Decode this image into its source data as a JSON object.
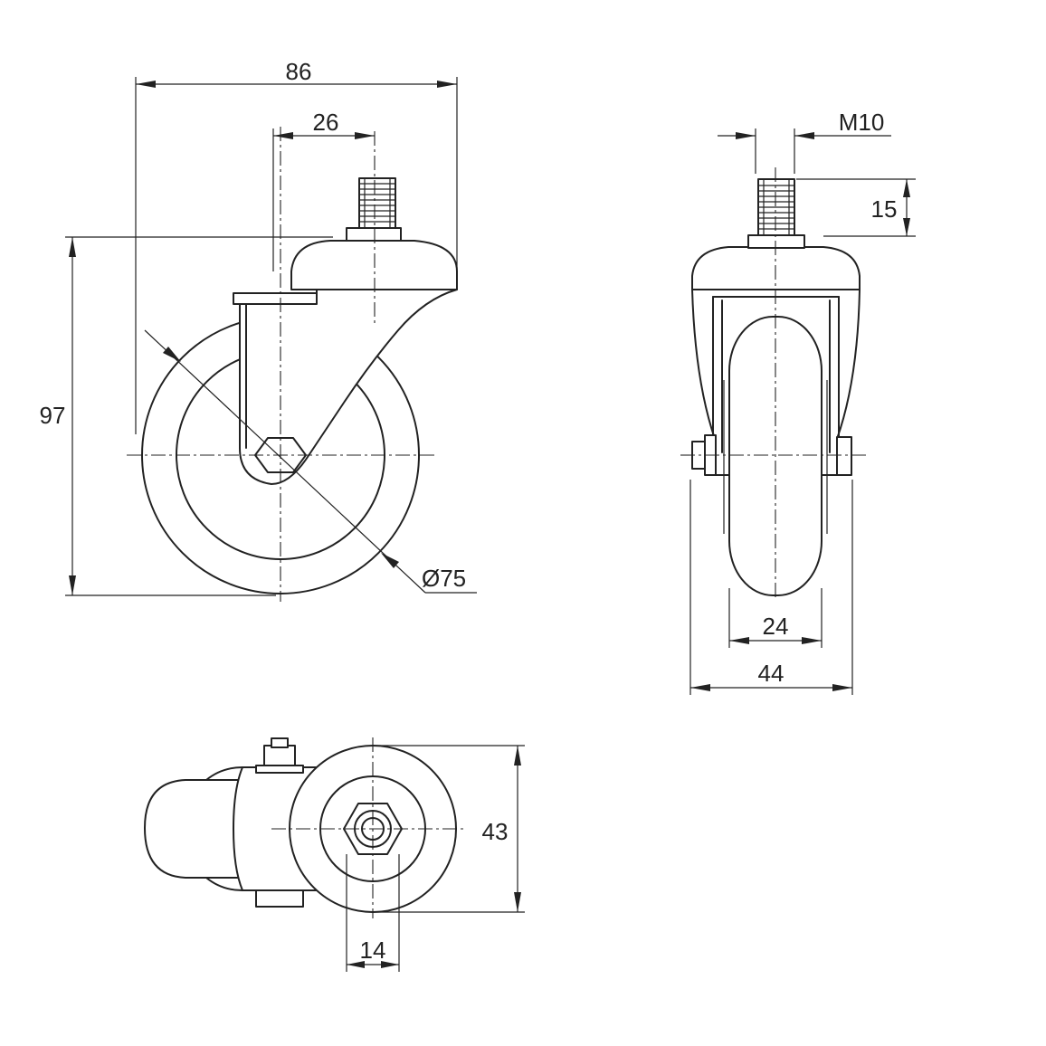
{
  "dimensions": {
    "overall_width": "86",
    "stem_offset": "26",
    "overall_height": "97",
    "wheel_diameter": "Ø75",
    "thread": "M10",
    "stem_length": "15",
    "wheel_width": "24",
    "fork_width": "44",
    "bottom_width": "43",
    "hex_width": "14"
  },
  "colors": {
    "line": "#222222",
    "background": "#ffffff"
  }
}
